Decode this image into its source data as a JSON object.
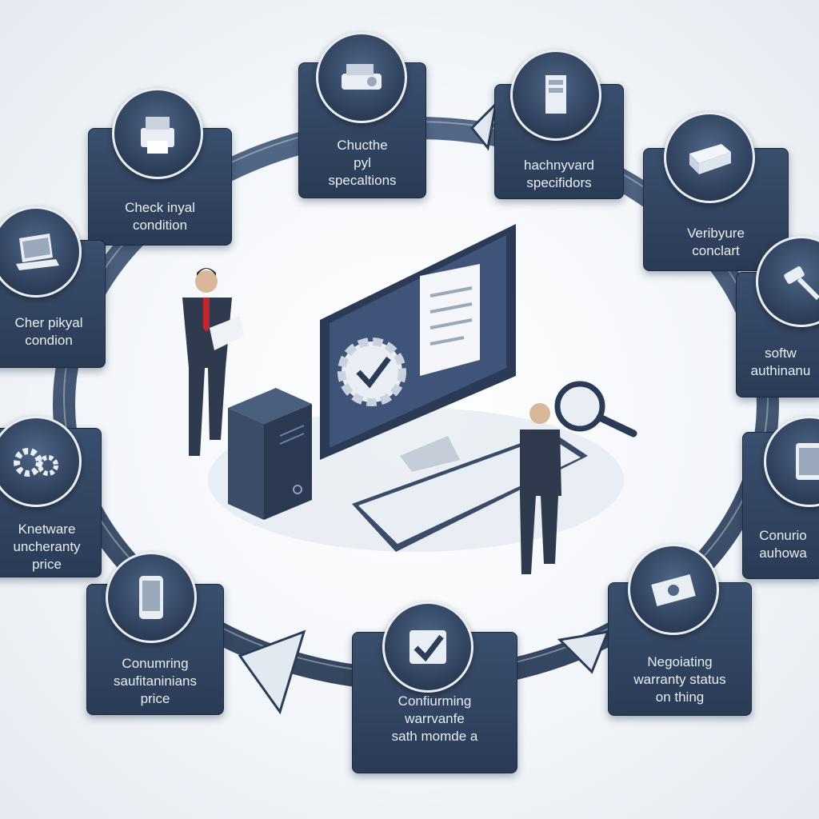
{
  "colors": {
    "card": "#2f4262",
    "ring": "#34486a",
    "accent": "#e9eef5",
    "tie": "#c0262c"
  },
  "steps": [
    {
      "lines": [
        "Check inyal",
        "condition"
      ],
      "icon": "printer-icon"
    },
    {
      "lines": [
        "Chucthe",
        "pyl",
        "specaltions"
      ],
      "icon": "projector-icon"
    },
    {
      "lines": [
        "hachnyvard",
        "specifidors"
      ],
      "icon": "server-tower-icon"
    },
    {
      "lines": [
        "Veribyure",
        "conclart"
      ],
      "icon": "hardware-box-icon"
    },
    {
      "lines": [
        "softw",
        "authinanu"
      ],
      "icon": "gavel-icon"
    },
    {
      "lines": [
        "Conurio",
        "auhowa"
      ],
      "icon": "tablet-icon"
    },
    {
      "lines": [
        "Negoiating",
        "warranty status",
        "on thing"
      ],
      "icon": "cash-icon"
    },
    {
      "lines": [
        "Confiurming",
        "warrvanfe",
        "sath momde a"
      ],
      "icon": "checkmark-icon"
    },
    {
      "lines": [
        "Conumring",
        "saufitaninians",
        "price"
      ],
      "icon": "smartphone-icon"
    },
    {
      "lines": [
        "Knetware",
        "uncheranty",
        "price"
      ],
      "icon": "gears-icon"
    },
    {
      "lines": [
        "Cher pikyal",
        "condion"
      ],
      "icon": "laptop-icon"
    }
  ]
}
